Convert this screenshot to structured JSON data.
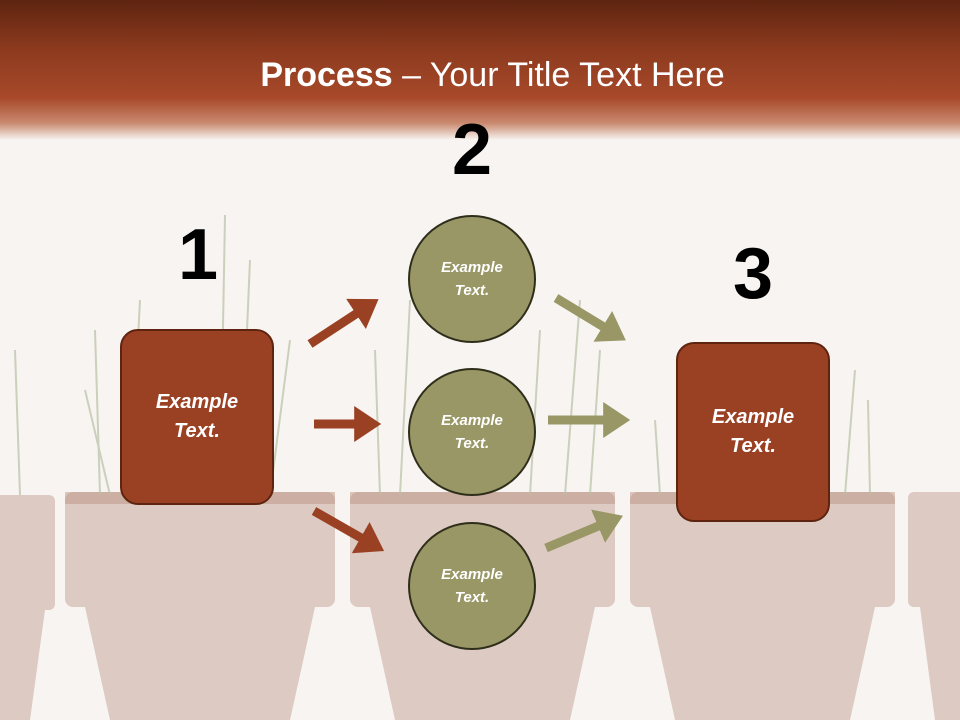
{
  "title": {
    "bold": "Process",
    "rest": " – Your Title Text Here"
  },
  "steps": {
    "one": {
      "number": "1",
      "line1": "Example",
      "line2": "Text."
    },
    "two": {
      "number": "2"
    },
    "three": {
      "number": "3",
      "line1": "Example",
      "line2": "Text."
    }
  },
  "circles": [
    {
      "line1": "Example",
      "line2": "Text."
    },
    {
      "line1": "Example",
      "line2": "Text."
    },
    {
      "line1": "Example",
      "line2": "Text."
    }
  ],
  "colors": {
    "header": "#8c3a1e",
    "box_fill": "#9a4124",
    "circle_fill": "#999766",
    "arrow_red": "#9a4124",
    "arrow_olive": "#999766"
  }
}
